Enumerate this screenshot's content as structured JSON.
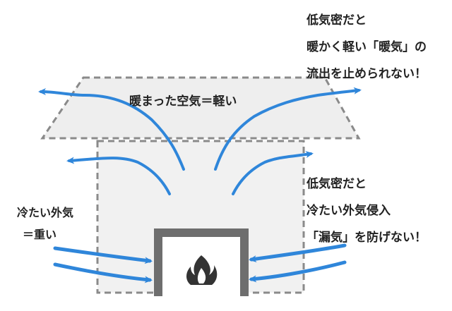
{
  "colors": {
    "arrow": "#2f86da",
    "house_fill": "#f1f1f1",
    "house_border": "#8a8a8a",
    "fireplace": "#6e6e6e",
    "flame": "#333333",
    "text": "#222222"
  },
  "roof_label": "暖まった空気＝軽い",
  "cold_label": [
    "冷たい外気",
    "＝重い"
  ],
  "warm_note": [
    "低気密だと",
    "暖かく軽い「暖気」の",
    "流出を止められない！"
  ],
  "cold_note": [
    "低気密だと",
    "冷たい外気侵入",
    "「漏気」を防げない！"
  ],
  "icons": {
    "fireplace": "fireplace-icon",
    "flame": "flame-icon"
  }
}
